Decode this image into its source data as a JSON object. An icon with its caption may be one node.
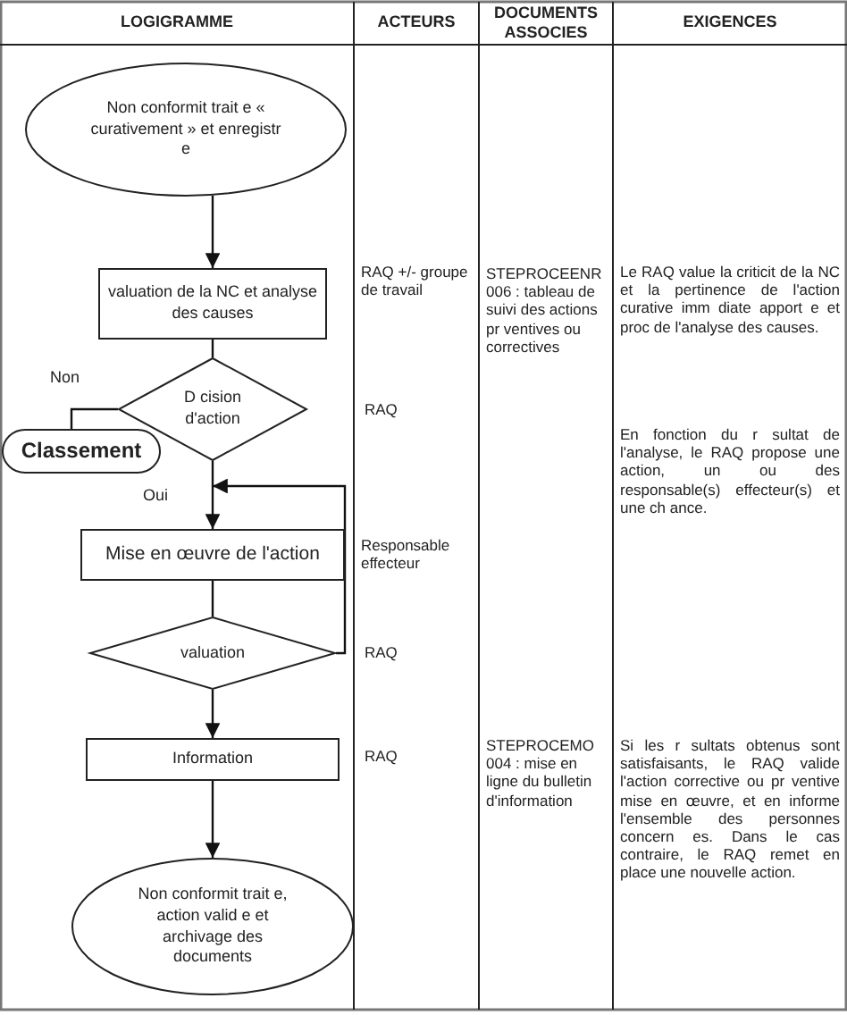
{
  "diagram": {
    "nodes": [
      {
        "text": [
          "Non conformit trait e « curativement » et enregistr e"
        ]
      },
      {
        "text": [
          "valuation de la NC et analyse des causes"
        ]
      },
      {
        "text": [
          "D cision d'action"
        ]
      },
      {
        "text": [
          "Classement"
        ]
      },
      {
        "text": [
          "Mise en œuvre de l'action"
        ]
      },
      {
        "text": [
          "valuation"
        ]
      },
      {
        "text": [
          "Information"
        ]
      },
      {
        "text": [
          "Non conformit trait e, action valid e et archivage des documents"
        ]
      }
    ],
    "edges": [
      {
        "from": 0,
        "to": 1,
        "arrow": "to"
      },
      {
        "from": 1,
        "to": 2,
        "arrow": "none"
      },
      {
        "from": 2,
        "to": 3,
        "arrow": "none",
        "label": "Non"
      },
      {
        "from": 2,
        "to": 4,
        "arrow": "to",
        "label": "Oui"
      },
      {
        "from": 4,
        "to": 5,
        "arrow": "none"
      },
      {
        "from": 5,
        "to": 4,
        "arrow": "to"
      },
      {
        "from": 5,
        "to": 6,
        "arrow": "to"
      },
      {
        "from": 6,
        "to": 7,
        "arrow": "to"
      }
    ],
    "labels": [
      "LOGIGRAMME",
      "ACTEURS",
      "DOCUMENTS ASSOCIES",
      "EXIGENCES",
      "RAQ +/- groupe de travail",
      "STEPROCEENR006 : tableau de suivi des actions pr ventives ou correctives",
      "Le RAQ value la criticit de la NC et la pertinence de l'action curative imm diate apport e et proc de l'analyse des causes.",
      "RAQ",
      "En fonction du r sultat de l'analyse, le RAQ propose une action, un ou des responsable(s) effecteur(s) et une ch ance.",
      "Responsable effecteur",
      "RAQ",
      "RAQ",
      "STEPROCEMO004 : mise en ligne du bulletin d'information",
      "Si les r sultats obtenus sont satisfaisants, le RAQ valide l'action corrective ou pr ventive mise en œuvre, et en informe l'ensemble des personnes concern es. Dans le cas contraire, le RAQ remet en place une nouvelle action."
    ]
  }
}
